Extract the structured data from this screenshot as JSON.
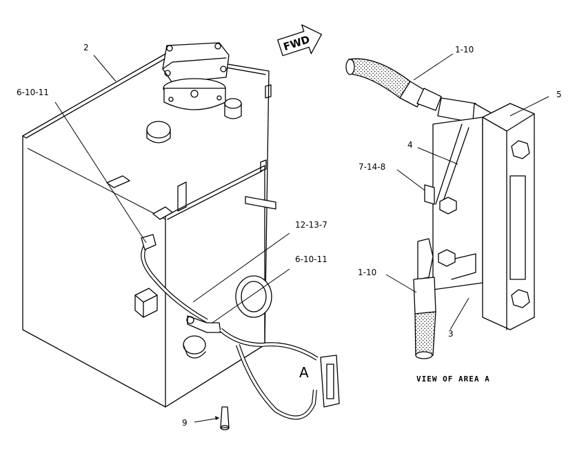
{
  "fwd_arrow": "FWD",
  "area_marker": "A",
  "view_caption": "VIEW OF AREA A",
  "callouts": {
    "c2": "2",
    "c6_10_11_top": "6-10-11",
    "c12_13_7": "12-13-7",
    "c6_10_11_mid": "6-10-11",
    "c9": "9",
    "c1_10_top": "1-10",
    "c5": "5",
    "c4": "4",
    "c7_14_8": "7-14-8",
    "c1_10_bottom": "1-10",
    "c3": "3"
  }
}
